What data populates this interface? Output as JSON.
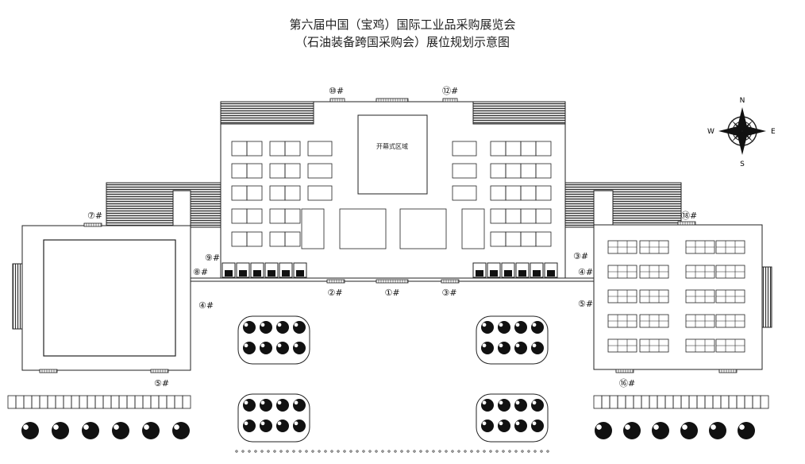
{
  "title_line1": "第六届中国（宝鸡）国际工业品采购展览会",
  "title_line2": "（石油装备跨国采购会）展位规划示意图",
  "center_zone_label": "开幕式区域",
  "compass": {
    "n": "N",
    "s": "S",
    "e": "E",
    "w": "W"
  },
  "gates": {
    "g1": "①#",
    "g2": "②#",
    "g3": "③#",
    "g3r": "③#",
    "g4l": "④#",
    "g4r": "④#",
    "g5l": "⑤#",
    "g5r": "⑤#",
    "g7": "⑦#",
    "g8": "⑧#",
    "g9": "⑨#",
    "g10": "⑩#",
    "g12": "⑫#",
    "g16": "⑯#",
    "g18": "⑱#"
  },
  "colors": {
    "line": "#222222",
    "hatch": "#333333",
    "paper": "#ffffff"
  }
}
